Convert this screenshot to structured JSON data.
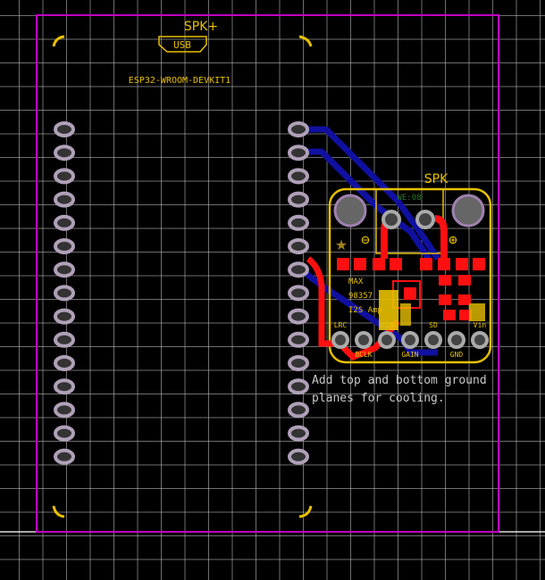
{
  "esp32": {
    "name": "ESP32-WROOM-DEVKIT1",
    "usb_label": "USB",
    "net_label": "SPK+",
    "pins_per_side": 15
  },
  "amp": {
    "name": "SPK",
    "value": "WE:08",
    "line1": "MAX",
    "line2": "98357",
    "line3": "I2S Amp",
    "minus": "⊖",
    "plus": "⊕",
    "pins": [
      "LRC",
      "BCLK",
      "DIN",
      "GAIN",
      "SD",
      "GND",
      "Vin"
    ]
  },
  "note": {
    "line1": "Add top and bottom ground",
    "line2": "planes for cooling."
  },
  "colors": {
    "outline": "#c000c0",
    "silk": "#e8c000",
    "top": "#ff1010",
    "bottom": "#1010a0",
    "pad": "#b0a0b8"
  }
}
